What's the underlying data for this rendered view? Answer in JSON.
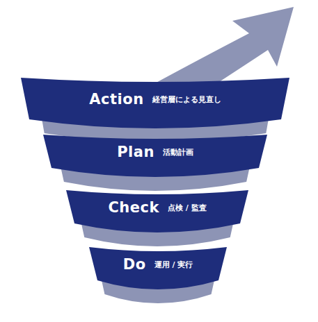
{
  "diagram": {
    "nodes": [
      {
        "text": [
          "Action",
          "経営層による見直し"
        ]
      },
      {
        "text": [
          "Plan",
          "活動計画"
        ]
      },
      {
        "text": [
          "Check",
          "点検 / 監査"
        ]
      },
      {
        "text": [
          "Do",
          "運用 / 実行"
        ]
      }
    ]
  }
}
